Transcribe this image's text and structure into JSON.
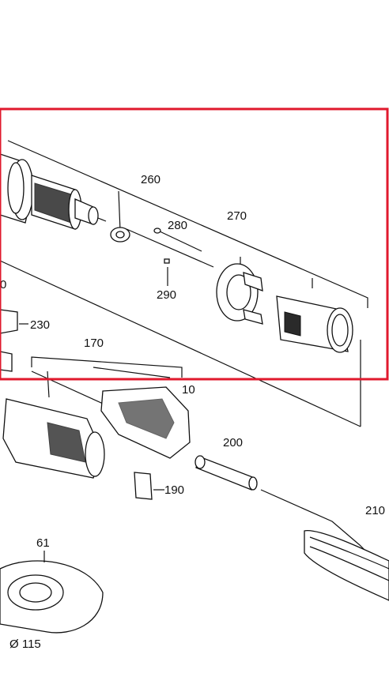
{
  "colors": {
    "highlight": "#e0192d",
    "ink": "#111111",
    "background": "#ffffff"
  },
  "part_labels": {
    "p260": "260",
    "p280": "280",
    "p270": "270",
    "p290": "290",
    "p230": "230",
    "p170": "170",
    "p10": "10",
    "p200": "200",
    "p190": "190",
    "p210": "210",
    "p61": "61",
    "diameter": "Ø 115",
    "edge_partial": "0"
  }
}
